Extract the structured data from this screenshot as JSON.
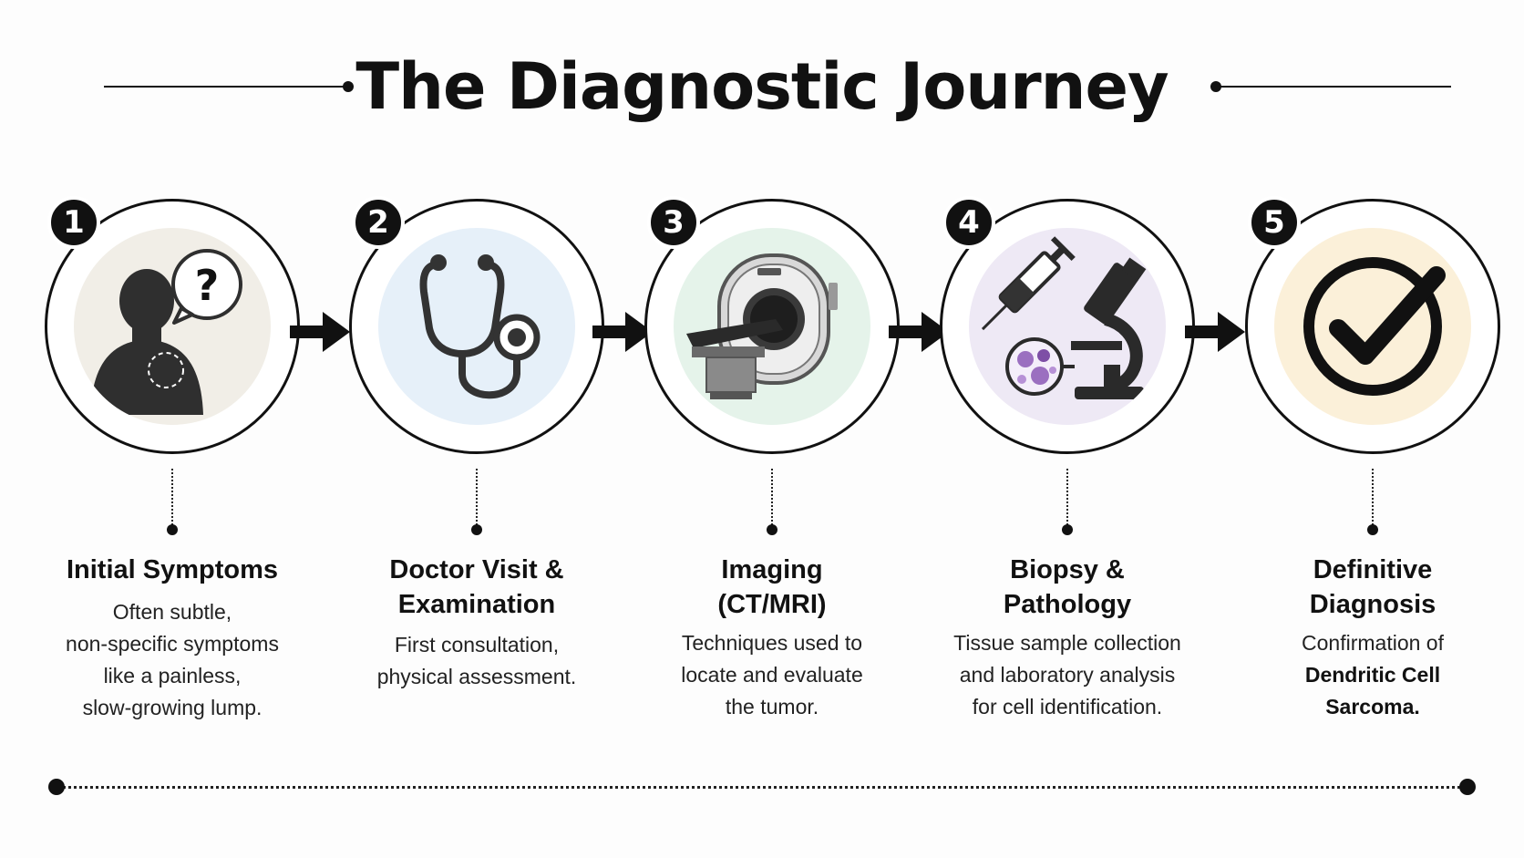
{
  "title": "The Diagnostic Journey",
  "steps": [
    {
      "number": "1",
      "title_lines": [
        "Initial Symptoms"
      ],
      "desc_lines": [
        "Often subtle,",
        "non-specific symptoms",
        "like a painless,",
        "slow-growing lump."
      ],
      "icon": "person-with-question-icon",
      "tint": "#f1eee7"
    },
    {
      "number": "2",
      "title_lines": [
        "Doctor Visit &",
        "Examination"
      ],
      "desc_lines": [
        "First consultation,",
        "physical assessment."
      ],
      "icon": "stethoscope-icon",
      "tint": "#e6f0f9"
    },
    {
      "number": "3",
      "title_lines": [
        "Imaging",
        "(CT/MRI)"
      ],
      "desc_lines": [
        "Techniques used to",
        "locate and evaluate",
        "the tumor."
      ],
      "icon": "ct-scanner-icon",
      "tint": "#e5f3ea"
    },
    {
      "number": "4",
      "title_lines": [
        "Biopsy &",
        "Pathology"
      ],
      "desc_lines": [
        "Tissue sample collection",
        "and laboratory analysis",
        "for cell identification."
      ],
      "icon": "microscope-syringe-icon",
      "tint": "#eee9f5"
    },
    {
      "number": "5",
      "title_lines": [
        "Definitive",
        "Diagnosis"
      ],
      "desc_lines": [
        "Confirmation of"
      ],
      "desc_bold_lines": [
        "Dendritic Cell",
        "Sarcoma."
      ],
      "icon": "checkmark-circle-icon",
      "tint": "#fbf0d9"
    }
  ],
  "colors": {
    "ink": "#111111",
    "accent_purple": "#9b6fc0"
  }
}
